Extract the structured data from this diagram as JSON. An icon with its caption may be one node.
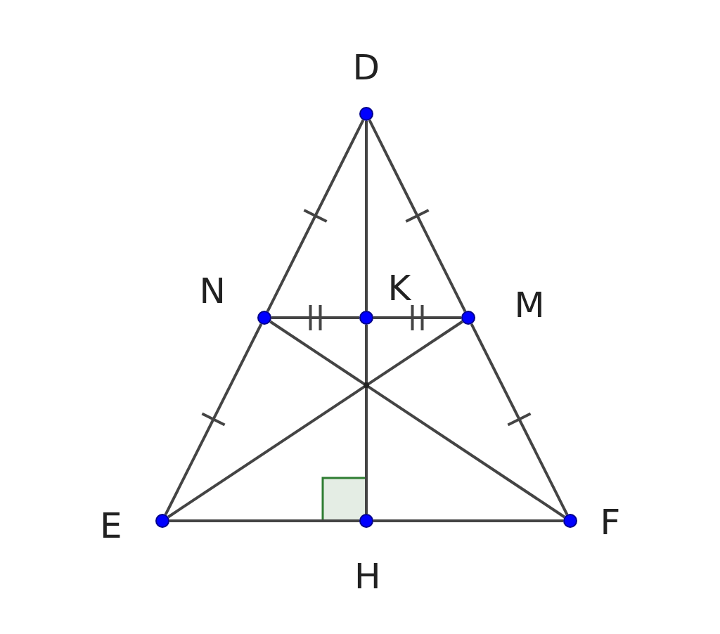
{
  "diagram": {
    "nodes": [
      {
        "text": [
          "D"
        ]
      },
      {
        "text": [
          "N"
        ]
      },
      {
        "text": [
          "K"
        ]
      },
      {
        "text": [
          "M"
        ]
      },
      {
        "text": [
          "E"
        ]
      },
      {
        "text": [
          "H"
        ]
      },
      {
        "text": [
          "F"
        ]
      }
    ],
    "edges": [
      {
        "from": 0,
        "to": 1,
        "arrow": "none"
      },
      {
        "from": 1,
        "to": 4,
        "arrow": "none"
      },
      {
        "from": 0,
        "to": 3,
        "arrow": "none"
      },
      {
        "from": 3,
        "to": 6,
        "arrow": "none"
      },
      {
        "from": 4,
        "to": 5,
        "arrow": "none"
      },
      {
        "from": 5,
        "to": 6,
        "arrow": "none"
      },
      {
        "from": 0,
        "to": 2,
        "arrow": "none"
      },
      {
        "from": 2,
        "to": 5,
        "arrow": "none"
      },
      {
        "from": 1,
        "to": 2,
        "arrow": "none"
      },
      {
        "from": 2,
        "to": 3,
        "arrow": "none"
      },
      {
        "from": 1,
        "to": 6,
        "arrow": "none"
      },
      {
        "from": 3,
        "to": 4,
        "arrow": "none"
      }
    ]
  }
}
